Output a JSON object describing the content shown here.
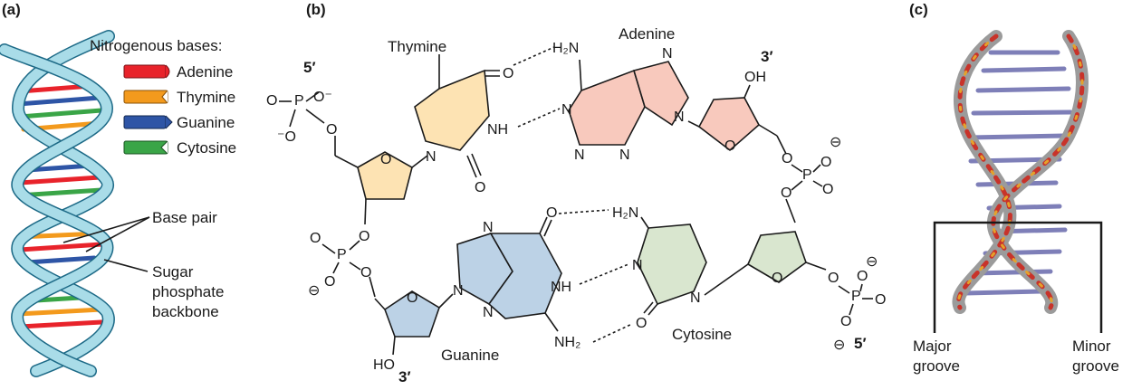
{
  "panels": {
    "a": "(a)",
    "b": "(b)",
    "c": "(c)"
  },
  "panel_a": {
    "legend_title": "Nitrogenous bases:",
    "legend": [
      {
        "label": "Adenine",
        "color": "#e8232b"
      },
      {
        "label": "Thymine",
        "color": "#f39a1d"
      },
      {
        "label": "Guanine",
        "color": "#2e55a6"
      },
      {
        "label": "Cytosine",
        "color": "#3aa547"
      }
    ],
    "base_pair_label": "Base pair",
    "backbone_label": [
      "Sugar",
      "phosphate",
      "backbone"
    ],
    "ribbon_color": "#a9dce8"
  },
  "panel_b": {
    "bases": {
      "thymine": "Thymine",
      "adenine": "Adenine",
      "guanine": "Guanine",
      "cytosine": "Cytosine"
    },
    "ends": {
      "top_left": "5′",
      "top_right": "3′",
      "bottom_left": "3′",
      "bottom_right": "5′"
    },
    "atoms": {
      "O": "O",
      "N": "N",
      "P": "P",
      "NH": "NH",
      "H2N": "H₂N",
      "NH2": "NH₂",
      "OH": "OH",
      "HO": "HO",
      "O_minus": "O⁻",
      "minus_O": "⁻O",
      "minus_circle": "⊖"
    },
    "colors": {
      "thymine": "#fde3b3",
      "adenine": "#f8c9bd",
      "guanine": "#bcd2e6",
      "cytosine": "#d9e6cf",
      "sugar_left": "#fde3b3",
      "sugar_right": "#f8c9bd",
      "sugar_guanine": "#bcd2e6",
      "sugar_cytosine": "#d9e6cf"
    }
  },
  "panel_c": {
    "major_groove": [
      "Major",
      "groove"
    ],
    "minor_groove": [
      "Minor",
      "groove"
    ]
  }
}
